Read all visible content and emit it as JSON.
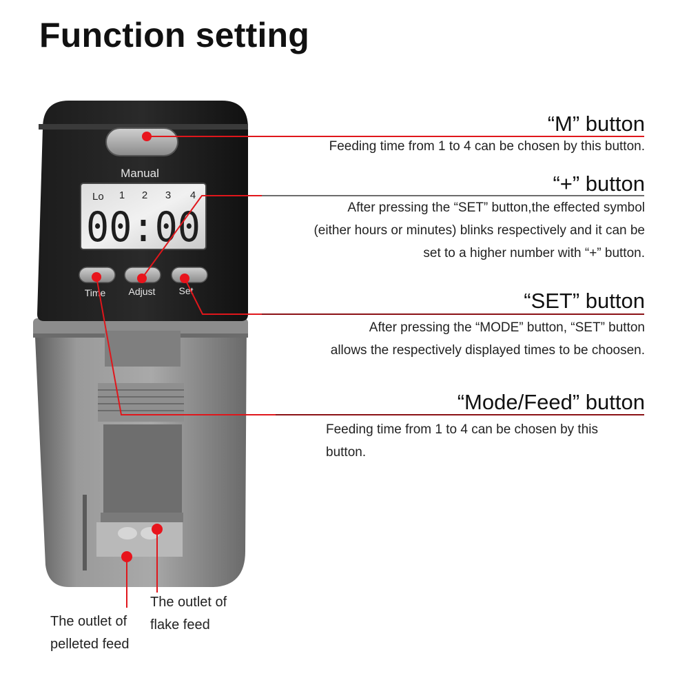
{
  "title": "Function setting",
  "device": {
    "manual_label": "Manual",
    "lcd_lo": "Lo",
    "lcd_slots": [
      "1",
      "2",
      "3",
      "4"
    ],
    "lcd_time": "00:00",
    "buttons": [
      "Time",
      "Adjust",
      "Set"
    ]
  },
  "callouts": {
    "m_button": {
      "heading": "“M” button",
      "lines": [
        "Feeding time from 1 to 4 can be chosen by this button."
      ]
    },
    "plus_button": {
      "heading": "“+” button",
      "lines": [
        "After pressing the “SET” button,the effected symbol",
        "(either hours or minutes) blinks respectively and it can be",
        "set to a higher number with “+” button."
      ]
    },
    "set_button": {
      "heading": "“SET” button",
      "lines": [
        "After pressing the “MODE” button, “SET” button",
        "allows the respectively displayed times to be choosen."
      ]
    },
    "mode_button": {
      "heading": "“Mode/Feed” button",
      "lines": [
        "Feeding time from 1 to 4 can be chosen by this",
        "button."
      ]
    }
  },
  "outlets": {
    "flake": [
      "The outlet of",
      "flake feed"
    ],
    "pelleted": [
      "The outlet of",
      "pelleted feed"
    ]
  },
  "colors": {
    "callout_line": "#e0161b",
    "dot": "#e8141c"
  }
}
